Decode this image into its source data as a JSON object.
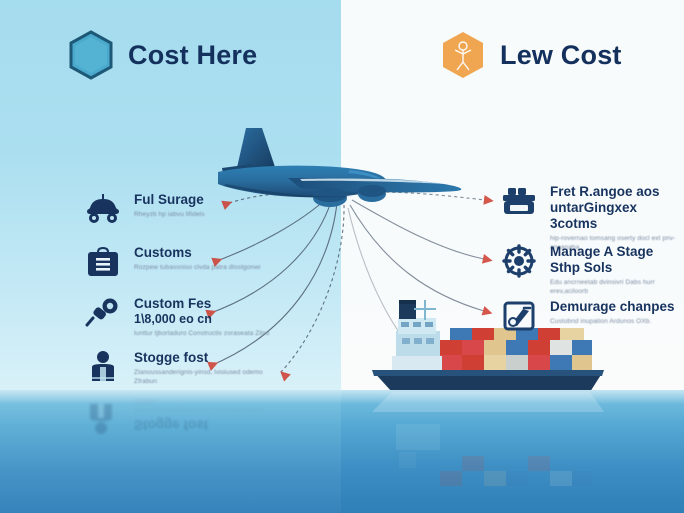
{
  "panels": {
    "left_bg": "#a5dcee",
    "right_bg": "#f7fbfc",
    "water": "#4795c7"
  },
  "headers": {
    "left": {
      "title": "Cost Here",
      "icon": "hexagon-icon",
      "icon_color": "#3ca0c8"
    },
    "right": {
      "title": "Lew Cost",
      "icon": "hexagon-icon",
      "icon_color": "#f0a550"
    }
  },
  "left_items": [
    {
      "icon": "car-icon",
      "title": "Ful Surage",
      "amount": "",
      "sub": "Rheyzb hp iabvu lifidels"
    },
    {
      "icon": "briefcase-icon",
      "title": "Customs",
      "amount": "",
      "sub": "Rozpew tubassniso clvda patra dlostgonwi"
    },
    {
      "icon": "magnifier-icon",
      "title": "Custom Fes",
      "amount": "1\\8,000 eo cn",
      "sub": "lunttur tjborladuro Constructiv zoraseata Zilso"
    },
    {
      "icon": "person-icon",
      "title": "Stogge fost",
      "amount": "",
      "sub": "Ztanoussanderignis-yinsd, lvioiused odemo Zfrabun"
    }
  ],
  "right_items": [
    {
      "icon": "cargo-box-icon",
      "title": "Fret R.angoe aos untarGingxex 3cotms",
      "sub": "hip-rovernao tomsang oserty docl ext pnv-ancanaha"
    },
    {
      "icon": "ship-wheel-icon",
      "title": "Manage A Stage Sthp Sols",
      "sub": "Edu ancrneetab dvinsivri Dabs hurr erev,aciloorb"
    },
    {
      "icon": "crane-icon",
      "title": "Demurage chanpes",
      "sub": "Custobnd inupation Ardunos OXb."
    }
  ],
  "artwork": {
    "airplane": "airplane-illustration",
    "cargo_ship": "cargo-ship-illustration",
    "arrow_color": "#cf3a2c",
    "arrow_line_color": "#46576b"
  }
}
